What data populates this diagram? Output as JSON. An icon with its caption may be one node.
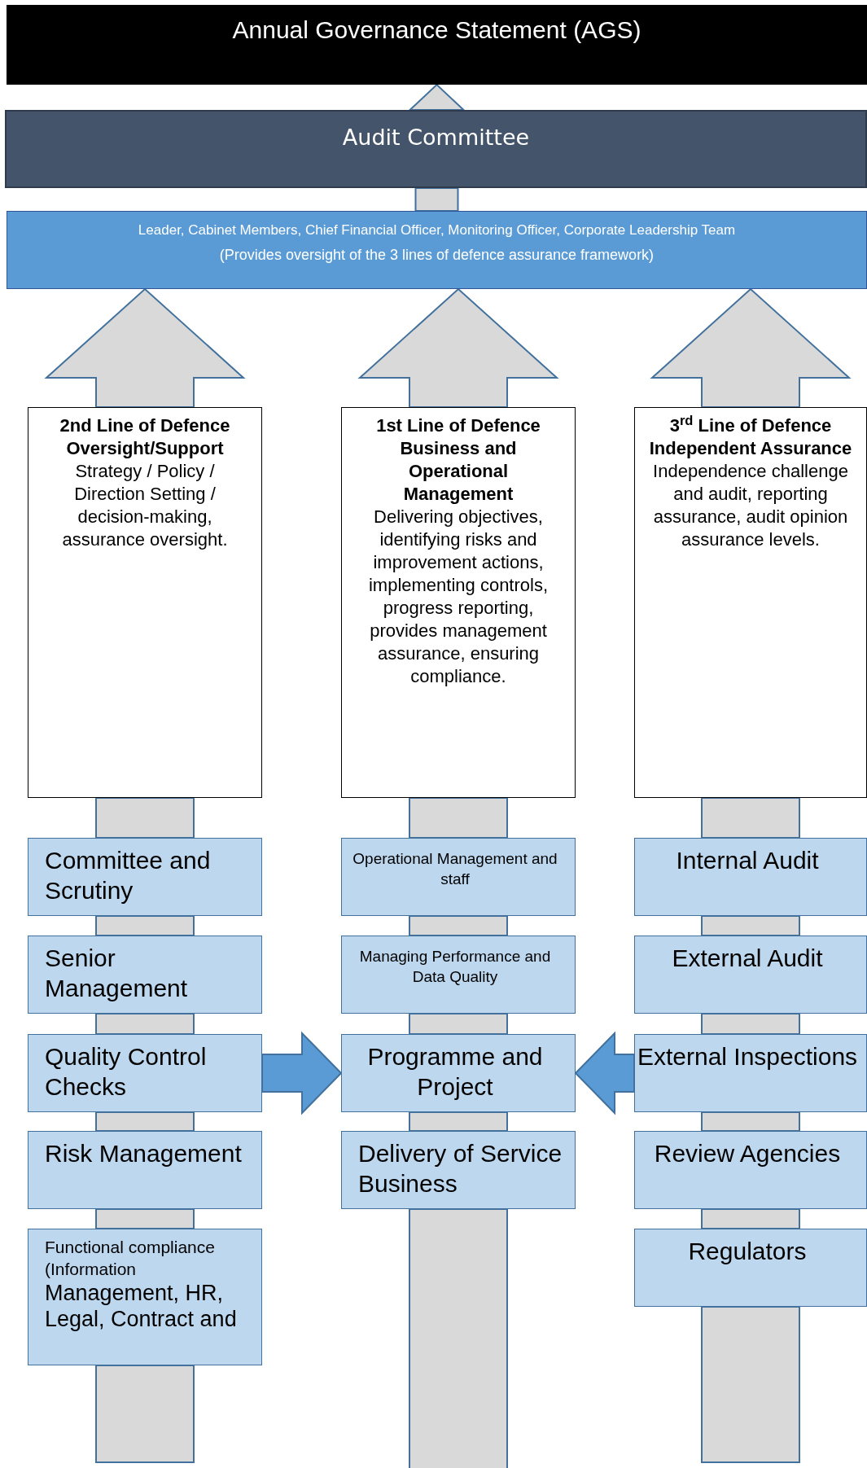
{
  "diagram": {
    "nodes": [
      {
        "text": [
          "Annual Governance Statement (AGS)"
        ]
      },
      {
        "text": [
          "Audit Committee"
        ]
      },
      {
        "text": [
          "Leader, Cabinet Members, Chief Financial Officer, Monitoring Officer, Corporate Leadership Team",
          "(Provides oversight of the 3 lines of defence assurance framework)"
        ]
      },
      {
        "text": [
          "2nd Line of Defence Oversight/Support",
          "Strategy / Policy / Direction Setting / decision-making, assurance oversight."
        ]
      },
      {
        "text": [
          "1st Line of Defence Business and Operational Management",
          "Delivering objectives, identifying risks and improvement actions, implementing controls, progress reporting, provides management assurance, ensuring compliance."
        ]
      },
      {
        "text": [
          "3$^{rd}$ Line of Defence Independent Assurance",
          "Independence challenge and audit, reporting assurance, audit opinion assurance levels."
        ]
      },
      {
        "text": [
          "Committee and Scrutiny"
        ]
      },
      {
        "text": [
          "Operational Management and staff"
        ]
      },
      {
        "text": [
          "Internal Audit"
        ]
      },
      {
        "text": [
          "Senior Management"
        ]
      },
      {
        "text": [
          "Managing Performance and Data Quality"
        ]
      },
      {
        "text": [
          "External Audit"
        ]
      },
      {
        "text": [
          "Quality Control Checks"
        ]
      },
      {
        "text": [
          "Programme and Project"
        ]
      },
      {
        "text": [
          "External Inspections"
        ]
      },
      {
        "text": [
          "Risk Management"
        ]
      },
      {
        "text": [
          "Delivery of Service Business"
        ]
      },
      {
        "text": [
          "Review Agencies"
        ]
      },
      {
        "text": [
          "Functional compliance (Information",
          "Management, HR, Legal, Contract and"
        ]
      },
      {
        "text": [
          "Regulators"
        ]
      }
    ],
    "edges": [
      {
        "from": 1,
        "to": 0,
        "arrow": "to"
      },
      {
        "from": 2,
        "to": 1,
        "arrow": "none"
      },
      {
        "from": 3,
        "to": 2,
        "arrow": "to"
      },
      {
        "from": 4,
        "to": 2,
        "arrow": "to"
      },
      {
        "from": 5,
        "to": 2,
        "arrow": "to"
      },
      {
        "from": 6,
        "to": 3,
        "arrow": "none"
      },
      {
        "from": 9,
        "to": 6,
        "arrow": "none"
      },
      {
        "from": 12,
        "to": 9,
        "arrow": "none"
      },
      {
        "from": 15,
        "to": 12,
        "arrow": "none"
      },
      {
        "from": 18,
        "to": 15,
        "arrow": "none"
      },
      {
        "from": null,
        "to": 18,
        "arrow": "none"
      },
      {
        "from": 7,
        "to": 4,
        "arrow": "none"
      },
      {
        "from": 10,
        "to": 7,
        "arrow": "none"
      },
      {
        "from": 13,
        "to": 10,
        "arrow": "none"
      },
      {
        "from": 16,
        "to": 13,
        "arrow": "none"
      },
      {
        "from": null,
        "to": 16,
        "arrow": "none"
      },
      {
        "from": 8,
        "to": 5,
        "arrow": "none"
      },
      {
        "from": 11,
        "to": 8,
        "arrow": "none"
      },
      {
        "from": 14,
        "to": 11,
        "arrow": "none"
      },
      {
        "from": 17,
        "to": 14,
        "arrow": "none"
      },
      {
        "from": 19,
        "to": 17,
        "arrow": "none"
      },
      {
        "from": null,
        "to": 19,
        "arrow": "none"
      },
      {
        "from": 12,
        "to": 13,
        "arrow": "to",
        "color": "#5b9bd5"
      },
      {
        "from": 14,
        "to": 13,
        "arrow": "to",
        "color": "#5b9bd5"
      }
    ]
  }
}
